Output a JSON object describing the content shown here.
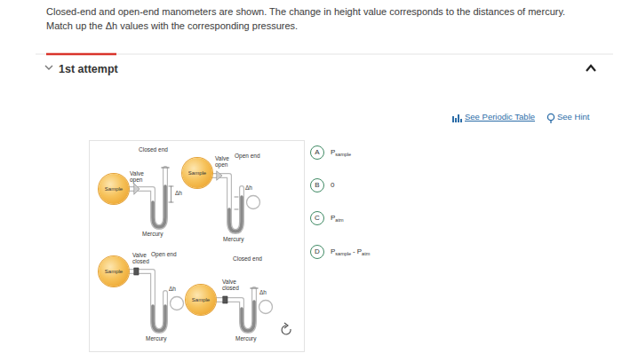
{
  "diagram": {
    "nodes": [
      {
        "text": [
          "Sample"
        ]
      },
      {
        "text": [
          "Sample"
        ]
      },
      {
        "text": [
          "Sample"
        ]
      },
      {
        "text": [
          "Sample"
        ]
      },
      {
        "text": [
          "A"
        ]
      },
      {
        "text": [
          "B"
        ]
      },
      {
        "text": [
          "C"
        ]
      },
      {
        "text": [
          "D"
        ]
      }
    ],
    "labels": [
      "Closed-end and open-end manometers are shown. The change in height value corresponds to the distances of mercury. Match up the Δh values with the corresponding pressures.",
      "1st attempt",
      "See Periodic Table",
      "See Hint",
      "Closed end",
      "Valve open",
      "Δh",
      "Mercury",
      "Open end",
      "Valve open",
      "Δh",
      "Mercury",
      "Open end",
      "Valve closed",
      "Δh",
      "Mercury",
      "Closed end",
      "Valve closed",
      "Δh",
      "Mercury",
      "P",
      "sample",
      "0",
      "P",
      "atm",
      "P",
      "sample",
      "-",
      "P",
      "atm"
    ]
  }
}
